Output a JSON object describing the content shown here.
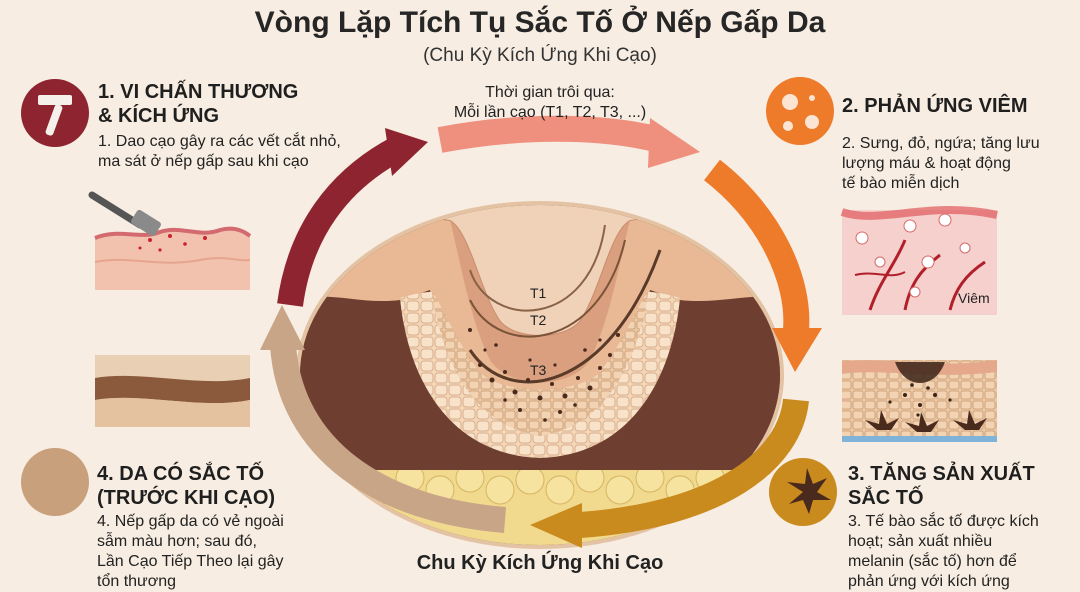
{
  "header": {
    "title": "Vòng Lặp Tích Tụ Sắc Tố Ở Nếp Gấp Da",
    "subtitle": "(Chu Kỳ Kích Ứng Khi Cạo)"
  },
  "center": {
    "time_note": "Thời gian trôi qua:\nMỗi lần cạo (T1, T2, T3, ...)",
    "t1": "T1",
    "t2": "T2",
    "t3": "T3",
    "bottom_label": "Chu Kỳ Kích Ứng Khi Cạo"
  },
  "steps": {
    "step1": {
      "heading": "1. VI CHẤN THƯƠNG\n& KÍCH ỨNG",
      "desc": "1. Dao cạo gây ra các vết cắt nhỏ,\nma sát ở nếp gấp sau khi cạo",
      "icon": "razor-icon"
    },
    "step2": {
      "heading": "2. PHẢN ỨNG VIÊM",
      "desc": "2. Sưng, đỏ, ngứa; tăng lưu\nlượng máu & hoạt động\ntế bào miễn dịch",
      "icon": "immune-cells-icon",
      "inset_label": "Viêm"
    },
    "step3": {
      "heading": "3. TĂNG SẢN XUẤT\nSẮC TỐ",
      "desc": "3. Tế bào sắc tố được kích\nhoạt; sản xuất nhiều\nmelanin (sắc tố) hơn để\nphản ứng với kích ứng",
      "icon": "melanocyte-icon"
    },
    "step4": {
      "heading": "4. DA CÓ SẮC TỐ\n(TRƯỚC KHI CẠO)",
      "desc": "4. Nếp gấp da có vẻ ngoài\nsẫm màu hơn; sau đó,\nLần Cạo Tiếp Theo lại gây\ntổn thương",
      "icon": "pigmented-skin-icon"
    }
  },
  "colors": {
    "background": "#f7ede2",
    "arrow_red": "#8e2430",
    "arrow_pink": "#ef8f7e",
    "arrow_orange": "#ee7b2a",
    "arrow_gold": "#c98a1e",
    "arrow_tan": "#c9a587"
  }
}
